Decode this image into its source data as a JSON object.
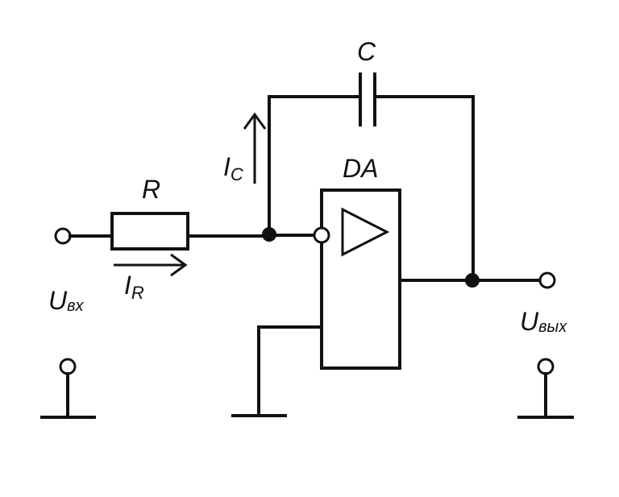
{
  "diagram": {
    "labels": {
      "resistor": "R",
      "capacitor": "C",
      "opamp": "DA",
      "current_r_main": "I",
      "current_r_sub": "R",
      "current_c_main": "I",
      "current_c_sub": "C",
      "input_voltage_main": "U",
      "input_voltage_sub": "вх",
      "output_voltage_main": "U",
      "output_voltage_sub": "вых"
    },
    "colors": {
      "ink": "#111111",
      "background": "#ffffff"
    },
    "icons": {
      "opamp_symbol": "triangle-icon",
      "ground": "ground-icon"
    }
  }
}
